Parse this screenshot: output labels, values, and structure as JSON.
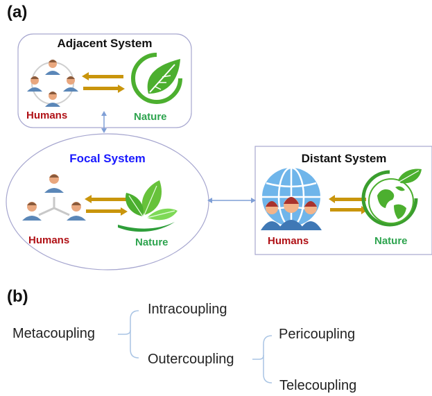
{
  "panels": {
    "a": "(a)",
    "b": "(b)"
  },
  "systems": {
    "adjacent": {
      "title": "Adjacent System",
      "humans": "Humans",
      "nature": "Nature"
    },
    "focal": {
      "title": "Focal System",
      "humans": "Humans",
      "nature": "Nature"
    },
    "distant": {
      "title": "Distant System",
      "humans": "Humans",
      "nature": "Nature"
    }
  },
  "tree": {
    "root": "Metacoupling",
    "intra": "Intracoupling",
    "outer": "Outercoupling",
    "peri": "Pericoupling",
    "tele": "Telecoupling"
  },
  "colors": {
    "humans": "#b01116",
    "nature": "#2ea44f",
    "focal_title": "#1a1aff",
    "arrow": "#c9950c",
    "connector": "#7f9fd6",
    "border": "#a6a6cf"
  },
  "icons": {
    "adjacent_humans": "people-circle-icon",
    "adjacent_nature": "leaf-circle-icon",
    "focal_humans": "people-network-icon",
    "focal_nature": "leaves-icon",
    "distant_humans": "globe-people-icon",
    "distant_nature": "earth-leaf-icon"
  }
}
